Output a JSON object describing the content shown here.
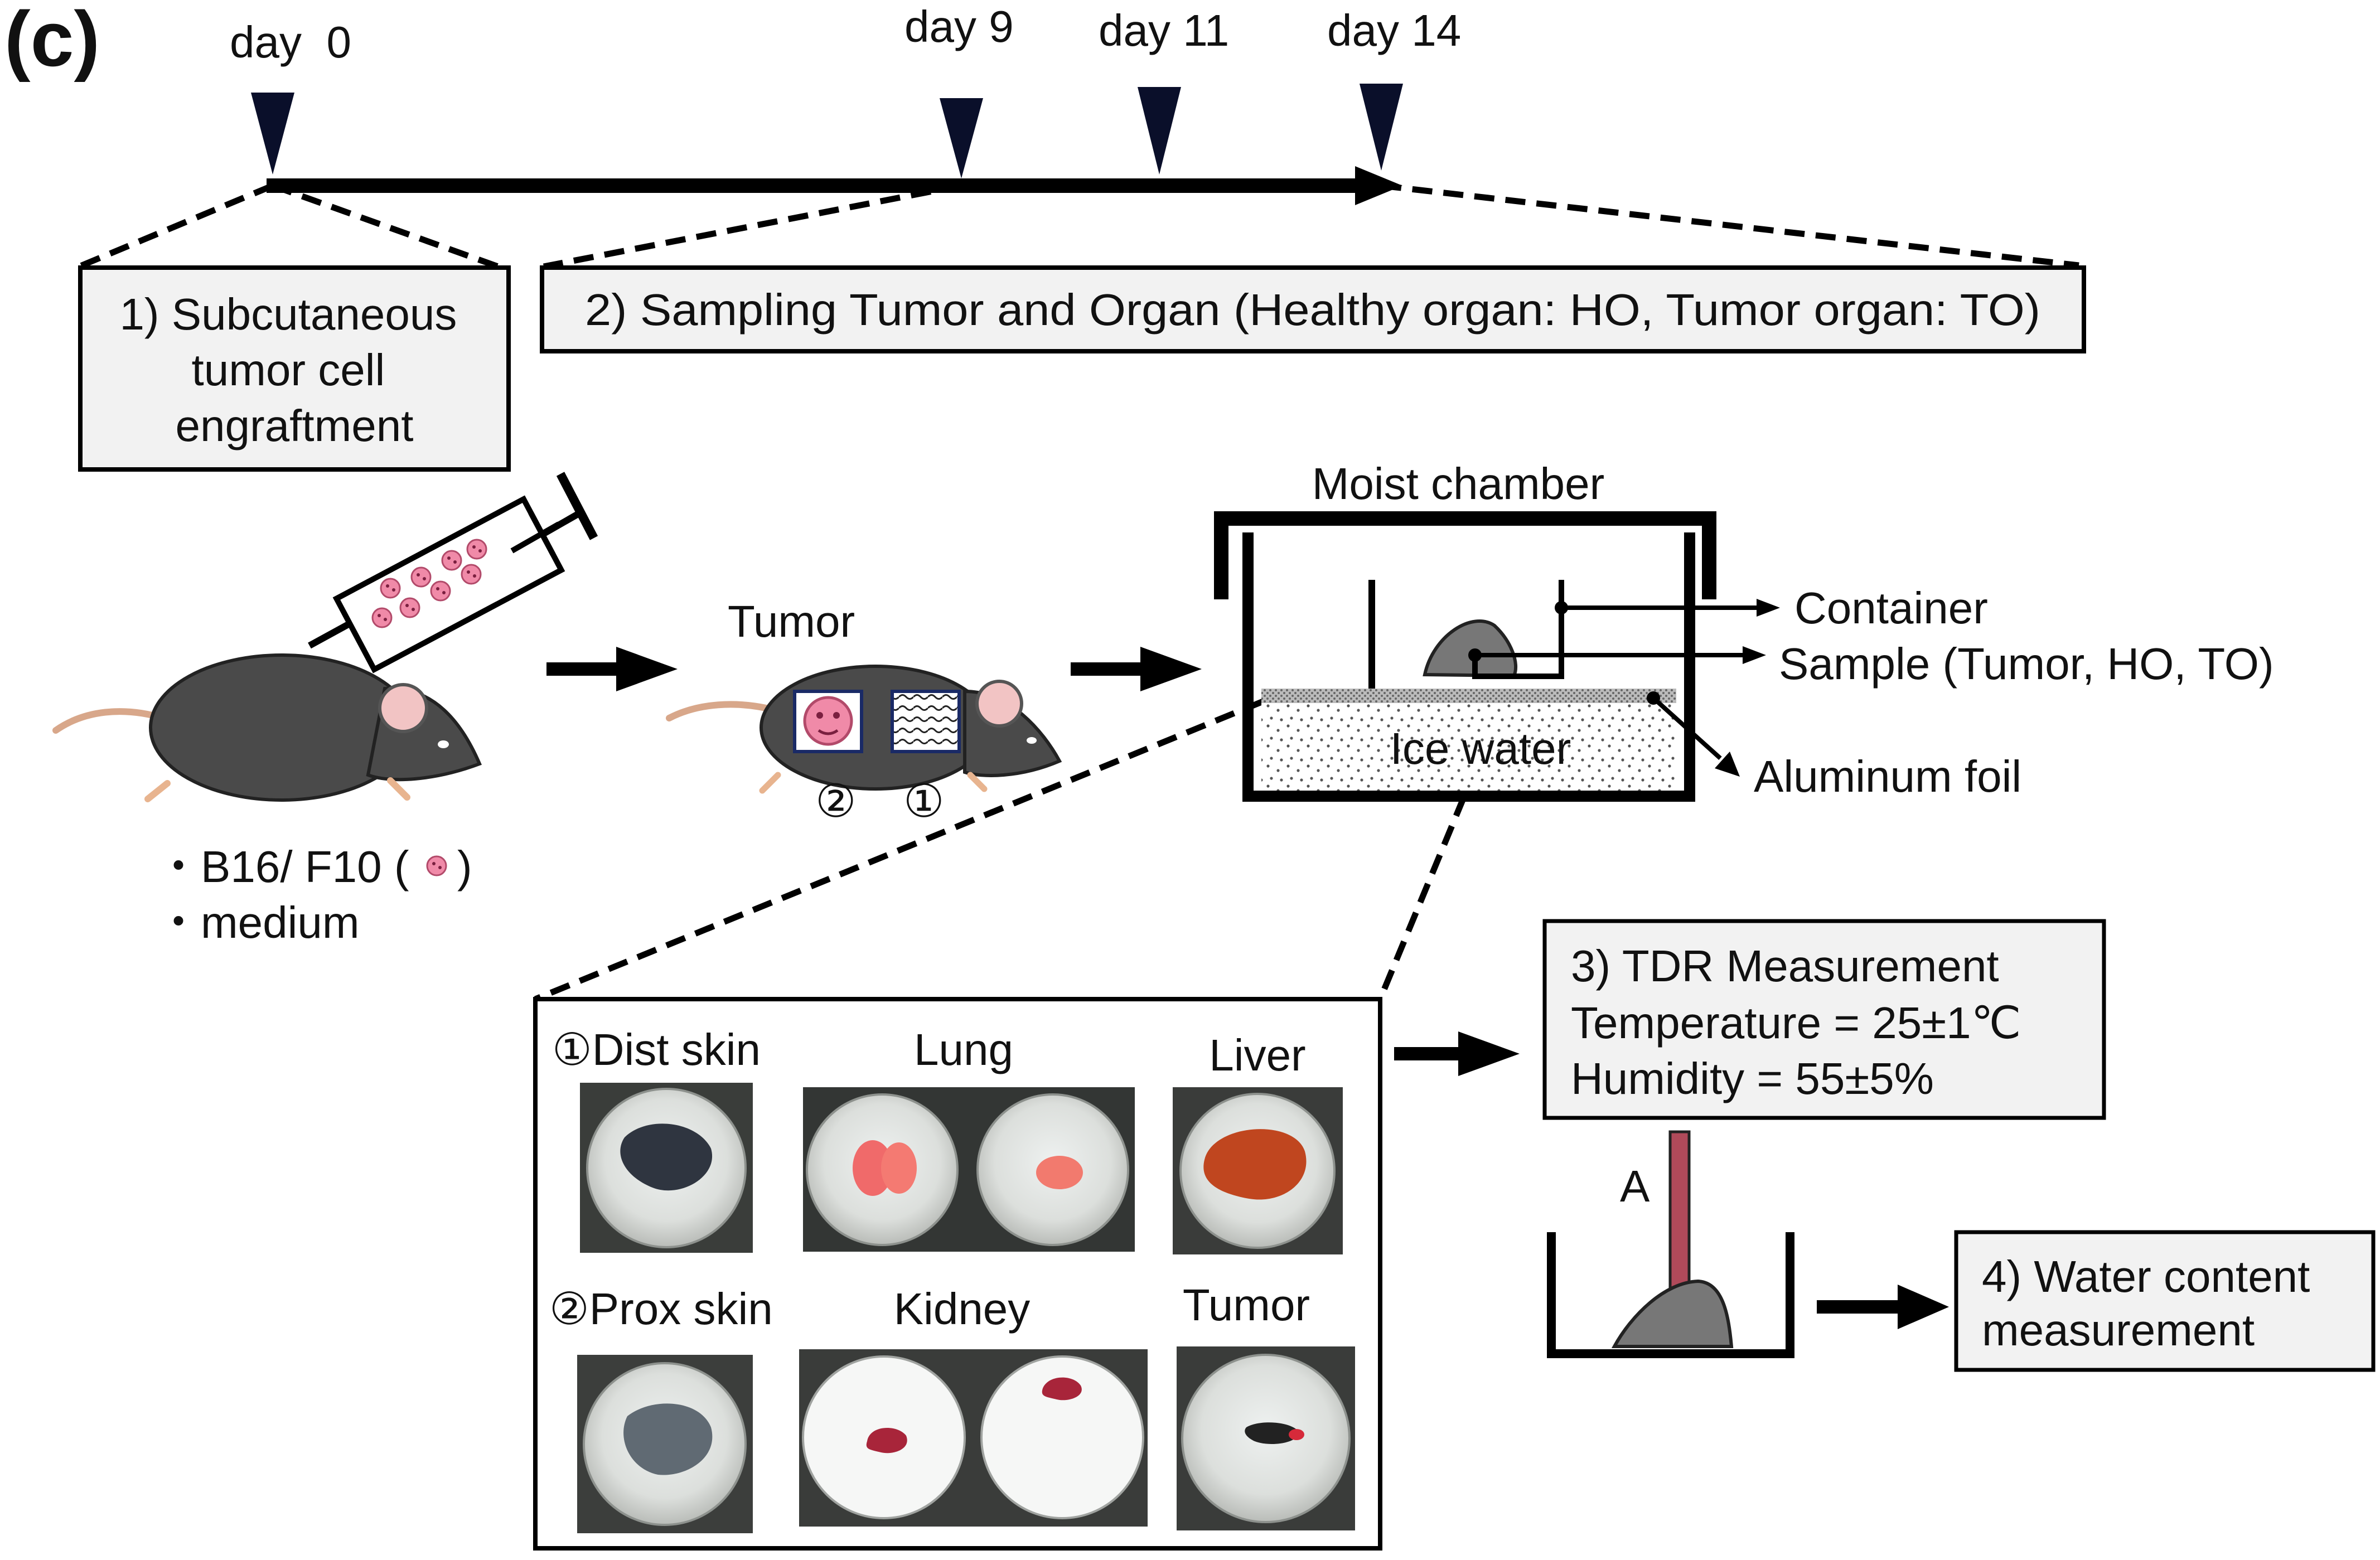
{
  "panel_label": "(c)",
  "timeline": {
    "days": [
      "day  0",
      "day 9",
      "day 11",
      "day 14"
    ]
  },
  "steps": {
    "step1_lines": [
      "1) Subcutaneous",
      "tumor cell",
      "engraftment"
    ],
    "step2": "2) Sampling Tumor and Organ (Healthy organ: HO, Tumor organ: TO)",
    "step3_lines": [
      "3) TDR Measurement",
      "Temperature = 25±1℃",
      "Humidity = 55±5%"
    ],
    "step4_lines": [
      "4) Water content",
      "measurement"
    ]
  },
  "injection": {
    "items": [
      "・B16/ F10 (",
      ")",
      "・medium"
    ]
  },
  "tumor_mouse": {
    "title": "Tumor",
    "site_labels": [
      "②",
      "①"
    ]
  },
  "chamber": {
    "title": "Moist chamber",
    "ice_label": "Ice water",
    "callouts": [
      "Container",
      "Sample (Tumor, HO, TO)",
      "Aluminum foil"
    ]
  },
  "photos": {
    "labels": [
      "①Dist skin",
      "Lung",
      "Liver",
      "②Prox skin",
      "Kidney",
      "Tumor"
    ]
  },
  "probe": {
    "label": "A"
  },
  "colors": {
    "mouse": "#4a4a4a",
    "ear": "#f2c4c4",
    "tumor_cell": "#f08aa8",
    "box_fill": "#f2f2f2",
    "probe": "#b04a5a",
    "sample": "#777777"
  }
}
